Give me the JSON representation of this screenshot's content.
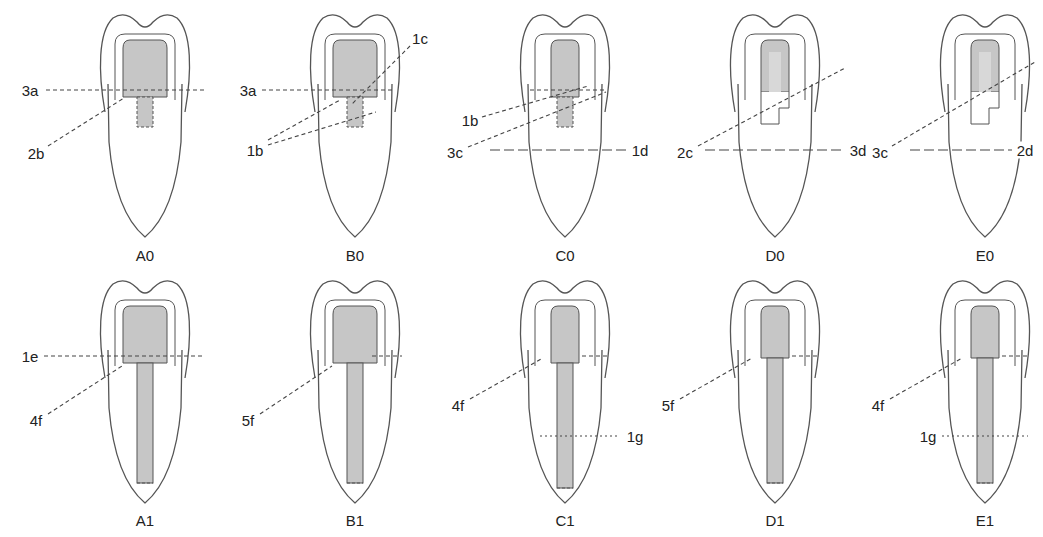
{
  "diagram": {
    "labels": [
      "3a",
      "2b",
      "A0",
      "3a",
      "1c",
      "1b",
      "B0",
      "1b",
      "3c",
      "1d",
      "C0",
      "2c",
      "3d",
      "D0",
      "3c",
      "2d",
      "E0",
      "1e",
      "4f",
      "A1",
      "5f",
      "B1",
      "4f",
      "1g",
      "C1",
      "5f",
      "D1",
      "4f",
      "1g",
      "E1"
    ]
  }
}
